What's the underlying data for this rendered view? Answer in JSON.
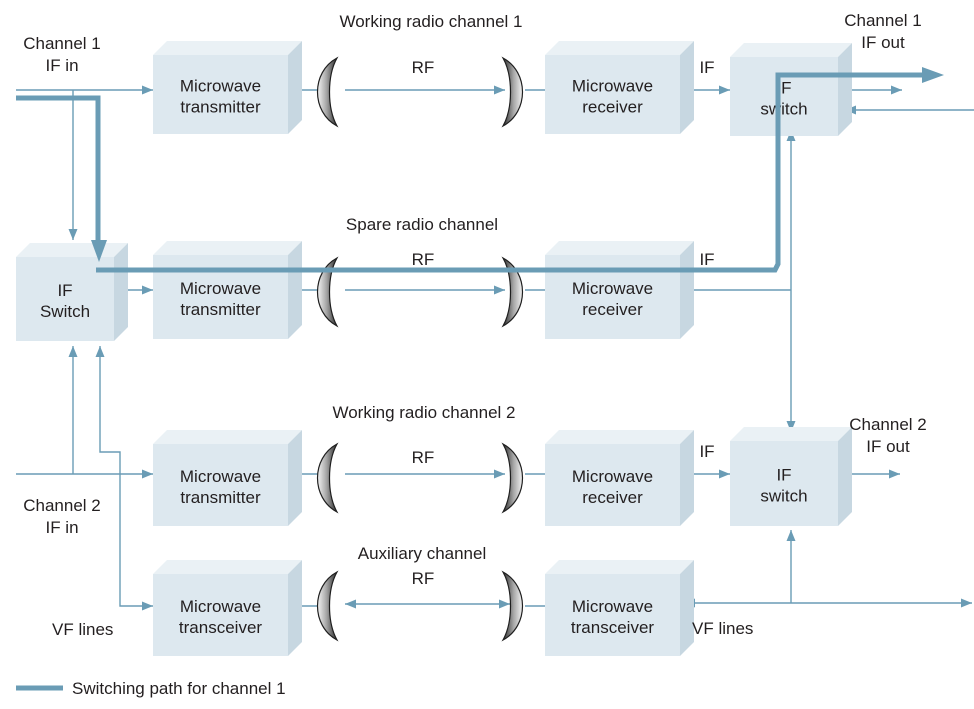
{
  "blocks": {
    "tx1": "Microwave\ntransmitter",
    "rx1": "Microwave\nreceiver",
    "sw1": "IF\nswitch",
    "swL": "IF\nSwitch",
    "txs": "Microwave\ntransmitter",
    "rxs": "Microwave\nreceiver",
    "tx2": "Microwave\ntransmitter",
    "rx2": "Microwave\nreceiver",
    "sw2": "IF\nswitch",
    "trxL": "Microwave\ntransceiver",
    "trxR": "Microwave\ntransceiver"
  },
  "labels": {
    "working1": "Working radio channel 1",
    "spare": "Spare radio channel",
    "working2": "Working radio channel 2",
    "aux": "Auxiliary channel",
    "rf1": "RF",
    "rfs": "RF",
    "rf2": "RF",
    "rfa": "RF",
    "if1": "IF",
    "ifs": "IF",
    "if2": "IF",
    "ch1in": "Channel 1\nIF in",
    "ch1out": "Channel 1\nIF out",
    "ch2in": "Channel 2\nIF in",
    "ch2out": "Channel 2\nIF out",
    "vfL": "VF lines",
    "vfR": "VF lines"
  },
  "legend": {
    "text": "Switching path for channel 1"
  },
  "colors": {
    "line": "#6a9cb5",
    "box_front": "#dde8ef",
    "box_top": "#eaf1f5",
    "box_side": "#c7d7e1",
    "text": "#231f20"
  }
}
